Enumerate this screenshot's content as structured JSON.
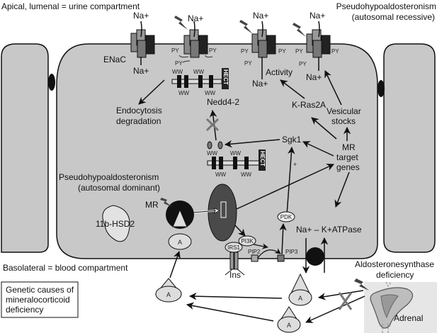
{
  "compartments": {
    "apical": "Apical, lumenal = urine compartment",
    "basolateral": "Basolateral = blood compartment"
  },
  "channels": {
    "enac_label": "ENaC",
    "na_plus": "Na+",
    "py": "PY",
    "activity": "Activity"
  },
  "nedd": {
    "ww": "WW",
    "hect": "HECT",
    "label": "Nedd4-2"
  },
  "labels": {
    "endocytosis": [
      "Endocytosis",
      "degradation"
    ],
    "pha_recessive": [
      "Pseudohypoaldosteronism",
      "(autosomal recessive)"
    ],
    "pha_dominant": [
      "Pseudohypoaldosteronism",
      "(autosomal dominant)"
    ],
    "k_ras": "K-Ras2A",
    "vesicular": [
      "Vesicular",
      "stocks"
    ],
    "sgk1": "Sgk1",
    "mr_target": [
      "MR",
      "target",
      "genes"
    ],
    "plus": "+",
    "mr": "MR",
    "hsd": "11b-HSD2",
    "pdk": "PDK",
    "pi3k": "PI3K",
    "irs1": "IRS1",
    "pip2": "PIP2",
    "pip3": "PIP3",
    "ins": "Ins",
    "atpase": "Na+ – K+ATPase",
    "aldosterone": "A",
    "aldo_synth": [
      "Aldosteronesynthase",
      "deficiency"
    ],
    "adrenal": "Adrenal"
  },
  "legend_box": [
    "Genetic causes of",
    "mineralocorticoid",
    "deficiency"
  ],
  "colors": {
    "cell_fill": "#c8c8c8",
    "outline": "#111111",
    "dark": "#111111",
    "nucleus": "#4a4a4a",
    "cross": "#777777"
  }
}
